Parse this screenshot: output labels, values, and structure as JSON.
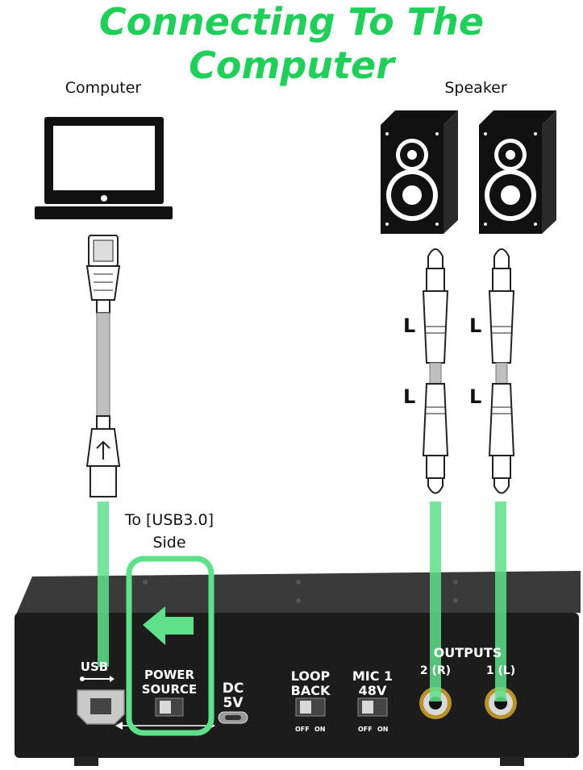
{
  "title": "Connecting To The Computer",
  "labels": {
    "computer": "Computer",
    "speaker": "Speaker",
    "to_usb_line1": "To [USB3.0]",
    "to_usb_line2": "Side"
  },
  "cable_labels": {
    "left_top": "L",
    "right_top": "L",
    "left_bottom": "L",
    "right_bottom": "L"
  },
  "panel": {
    "usb": "USB",
    "power_line1": "POWER",
    "power_line2": "SOURCE",
    "dc_line1": "DC",
    "dc_line2": "5V",
    "loop_line1": "LOOP",
    "loop_line2": "BACK",
    "mic_line1": "MIC 1",
    "mic_line2": "48V",
    "outputs": "OUTPUTS",
    "out2": "2 (R)",
    "out1": "1 (L)",
    "off": "OFF",
    "on": "ON"
  },
  "colors": {
    "accent_green": "#1fcf5a",
    "guide_green": "#5fe08a",
    "device_body": "#2b2b2b",
    "panel_face": "#1c1c1c"
  },
  "icons": [
    "laptop-icon",
    "speaker-icon",
    "usb-b-plug-icon",
    "usb-a-plug-icon",
    "jack-plug-icon",
    "arrow-left-icon",
    "usb-symbol-icon"
  ]
}
